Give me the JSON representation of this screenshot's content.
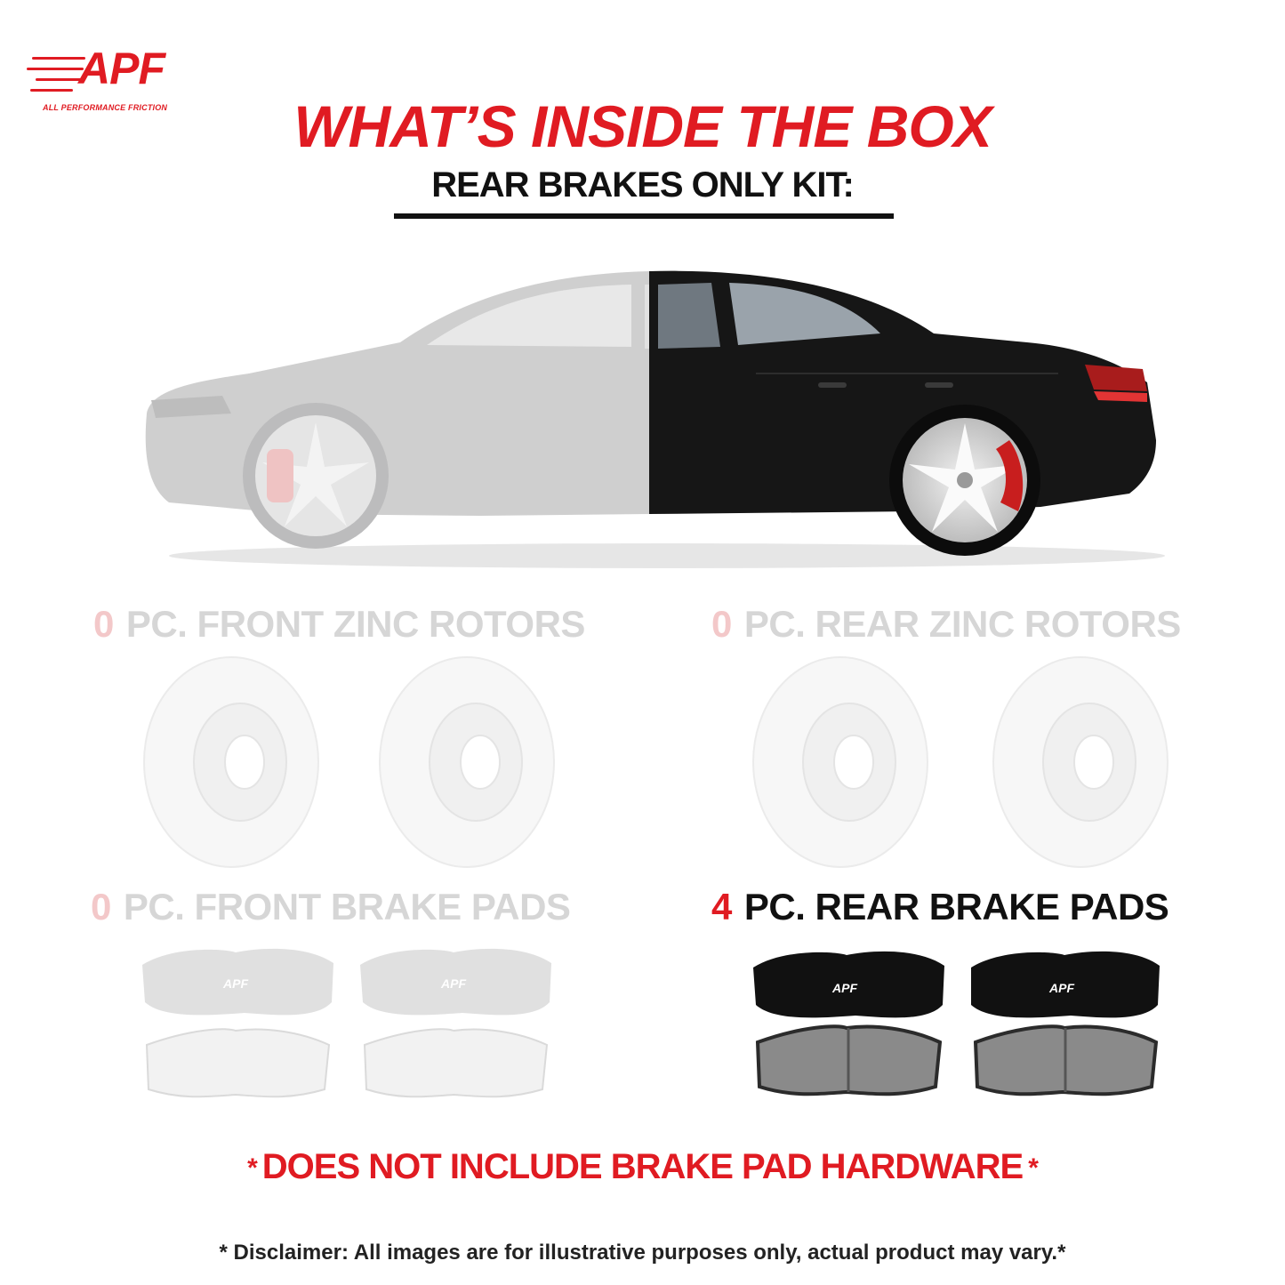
{
  "brand": {
    "logo_text": "APF",
    "tagline": "ALL PERFORMANCE FRICTION",
    "accent_color": "#e01b22"
  },
  "header": {
    "title": "WHAT’S INSIDE THE BOX",
    "subtitle": "REAR BRAKES ONLY KIT:"
  },
  "sections": {
    "front_rotors": {
      "qty": "0",
      "label": "PC. FRONT ZINC ROTORS",
      "included": false
    },
    "rear_rotors": {
      "qty": "0",
      "label": "PC. REAR ZINC ROTORS",
      "included": false
    },
    "front_pads": {
      "qty": "0",
      "label": "PC. FRONT BRAKE PADS",
      "included": false
    },
    "rear_pads": {
      "qty": "4",
      "label": "PC. REAR BRAKE PADS",
      "included": true
    }
  },
  "pad_logo_text": "APF",
  "footer": {
    "warning_star": "*",
    "warning": "DOES NOT INCLUDE BRAKE PAD HARDWARE",
    "disclaimer": "* Disclaimer: All images are for illustrative purposes only, actual product may vary.*"
  }
}
